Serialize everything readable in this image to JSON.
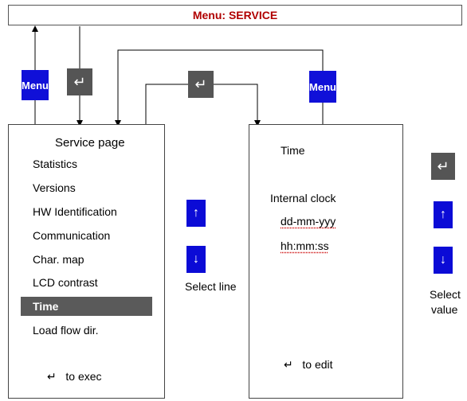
{
  "title": "Menu: SERVICE",
  "buttons": {
    "menu_label": "Menu",
    "enter_glyph": "↵",
    "up_glyph": "↑",
    "down_glyph": "↓"
  },
  "left_panel": {
    "heading": "Service page",
    "items": [
      "Statistics",
      "Versions",
      "HW Identification",
      "Communication",
      "Char. map",
      "LCD contrast",
      "Time",
      "Load flow dir."
    ],
    "selected_item": "Time",
    "footer": "to exec"
  },
  "right_panel": {
    "heading": "Time",
    "label": "Internal clock",
    "date_format": "dd-mm-yyy",
    "time_format": "hh:mm:ss",
    "footer": "to edit"
  },
  "hints": {
    "select_line": "Select line",
    "select_value_1": "Select",
    "select_value_2": "value"
  },
  "colors": {
    "menu_button": "#1010d8",
    "enter_button": "#555555",
    "title_text": "#b00000",
    "selected_row": "#5a5a5a"
  }
}
